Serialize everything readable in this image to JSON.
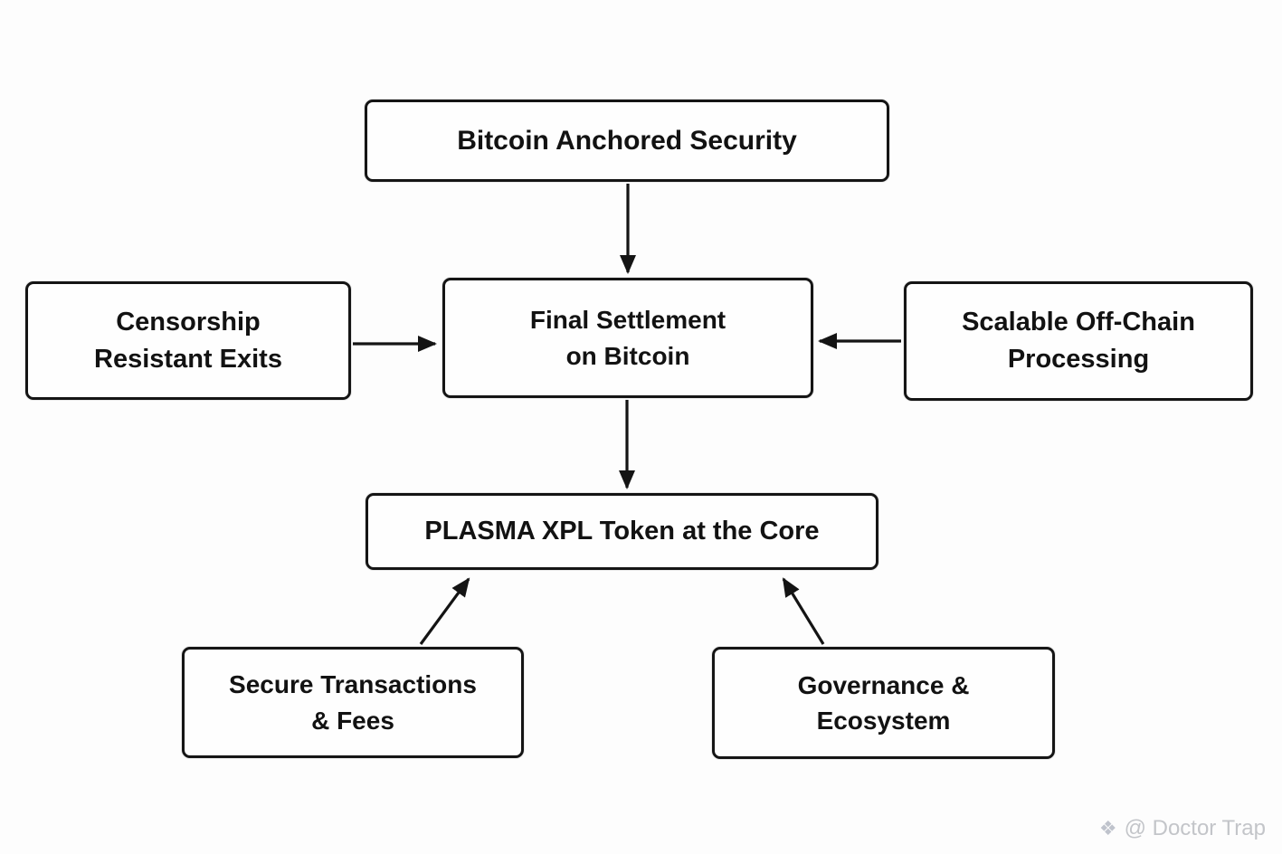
{
  "diagram": {
    "nodes": {
      "bitcoin_security": {
        "lines": [
          "Bitcoin Anchored Security"
        ]
      },
      "final_settlement": {
        "lines": [
          "Final Settlement",
          "on Bitcoin"
        ]
      },
      "censorship_exits": {
        "lines": [
          "Censorship",
          "Resistant Exits"
        ]
      },
      "offchain_processing": {
        "lines": [
          "Scalable Off-Chain",
          "Processing"
        ]
      },
      "plasma_token": {
        "lines": [
          "PLASMA XPL Token at the Core"
        ]
      },
      "secure_transactions": {
        "lines": [
          "Secure Transactions",
          "& Fees"
        ]
      },
      "governance_ecosystem": {
        "lines": [
          "Governance &",
          "Ecosystem"
        ]
      }
    },
    "edges": [
      {
        "from": "bitcoin_security",
        "to": "final_settlement",
        "direction": "down"
      },
      {
        "from": "censorship_exits",
        "to": "final_settlement",
        "direction": "right"
      },
      {
        "from": "offchain_processing",
        "to": "final_settlement",
        "direction": "left"
      },
      {
        "from": "final_settlement",
        "to": "plasma_token",
        "direction": "down"
      },
      {
        "from": "secure_transactions",
        "to": "plasma_token",
        "direction": "up-right"
      },
      {
        "from": "governance_ecosystem",
        "to": "plasma_token",
        "direction": "up-left"
      }
    ],
    "watermark": {
      "icon": "diamond-icon",
      "text": "@ Doctor Trap"
    },
    "colors": {
      "background": "#fdfdfd",
      "box_border": "#151515",
      "text": "#121212",
      "arrow": "#141414",
      "watermark": "#c3c5c9"
    }
  }
}
